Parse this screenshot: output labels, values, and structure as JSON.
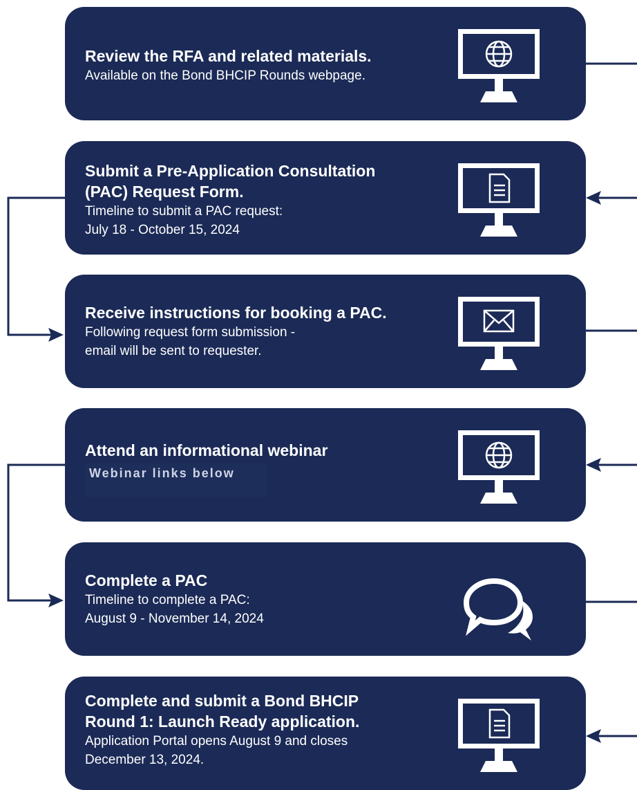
{
  "colors": {
    "box": "#1b2a56",
    "text": "#ffffff",
    "connector": "#1b2a56"
  },
  "steps": [
    {
      "title": [
        "Review the RFA and related materials."
      ],
      "desc": [
        "Available on the Bond BHCIP Rounds webpage."
      ],
      "icon": "monitor-globe-icon"
    },
    {
      "title": [
        "Submit a Pre-Application Consultation",
        "(PAC) Request Form."
      ],
      "desc": [
        "Timeline to submit a PAC request:",
        "July 18 - October 15, 2024"
      ],
      "icon": "monitor-document-icon"
    },
    {
      "title": [
        "Receive instructions for booking a PAC."
      ],
      "desc": [
        "Following request form submission -",
        "email will be sent to requester."
      ],
      "icon": "monitor-envelope-icon"
    },
    {
      "title": [
        "Attend an informational webinar"
      ],
      "badge": "Webinar links below",
      "icon": "monitor-globe-icon"
    },
    {
      "title": [
        "Complete a PAC"
      ],
      "desc": [
        "Timeline to complete a PAC:",
        "August 9 - November 14, 2024"
      ],
      "icon": "speech-bubbles-icon"
    },
    {
      "title": [
        "Complete and submit a Bond BHCIP",
        "Round 1: Launch Ready application."
      ],
      "desc": [
        "Application Portal opens August 9 and closes",
        "December 13, 2024."
      ],
      "icon": "monitor-document-icon"
    }
  ]
}
